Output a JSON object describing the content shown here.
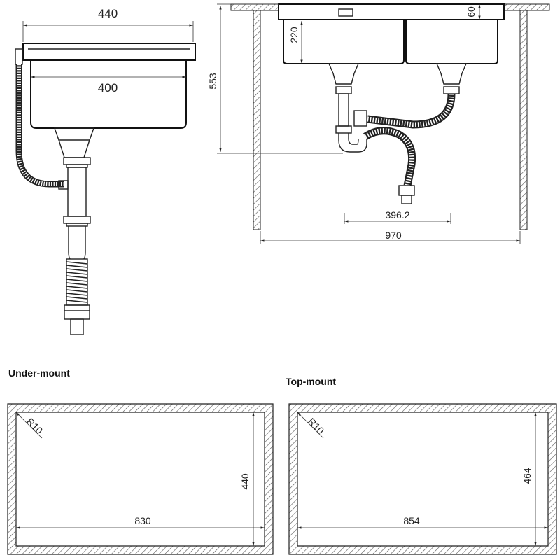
{
  "side_view": {
    "top_width": "440",
    "bowl_width": "400"
  },
  "front_view": {
    "total_height": "553",
    "bowl_depth": "220",
    "rim_height": "60",
    "drain_spacing": "396.2",
    "cabinet_width": "970"
  },
  "under_mount": {
    "title": "Under-mount",
    "radius": "R10",
    "width": "830",
    "height": "440"
  },
  "top_mount": {
    "title": "Top-mount",
    "radius": "R10",
    "width": "854",
    "height": "464"
  },
  "colors": {
    "line": "#222222",
    "hatch": "#555555",
    "background": "#ffffff"
  }
}
